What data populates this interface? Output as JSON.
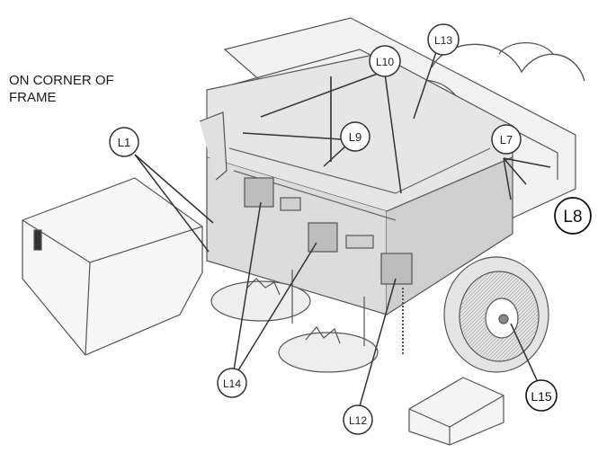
{
  "note": {
    "line1": "ON CORNER OF",
    "line2": "FRAME"
  },
  "callouts": [
    {
      "id": "L1",
      "label": "L1"
    },
    {
      "id": "L7",
      "label": "L7"
    },
    {
      "id": "L8",
      "label": "L8"
    },
    {
      "id": "L9",
      "label": "L9"
    },
    {
      "id": "L10",
      "label": "L10"
    },
    {
      "id": "L12",
      "label": "L12"
    },
    {
      "id": "L13",
      "label": "L13"
    },
    {
      "id": "L14",
      "label": "L14"
    },
    {
      "id": "L15",
      "label": "L15"
    }
  ],
  "colors": {
    "line": "#3a3a3a",
    "outline": "#555555",
    "shade": "#d9d9d9",
    "light": "#eeeeee"
  }
}
